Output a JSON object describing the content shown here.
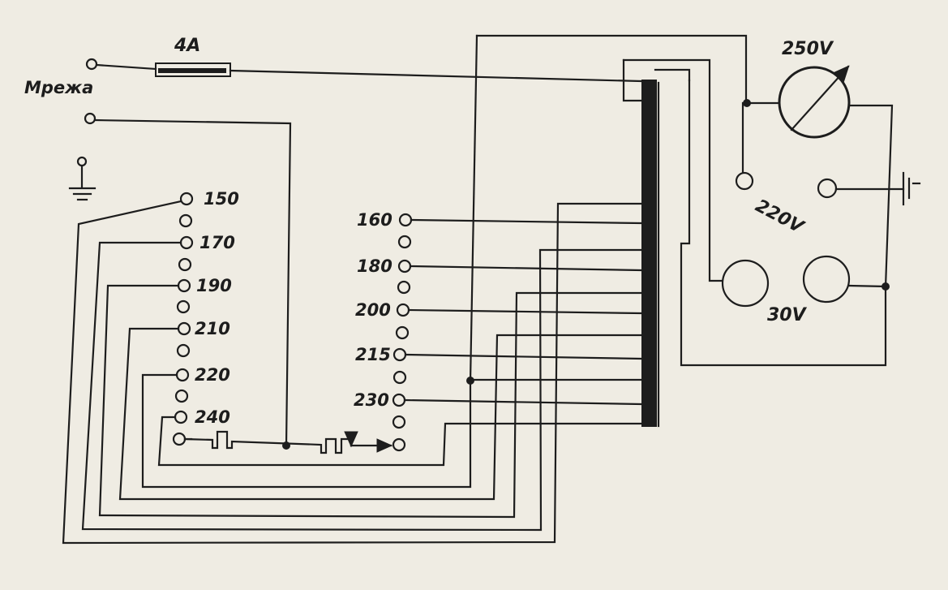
{
  "labels": {
    "fuse": "4A",
    "mains": "Мрежа",
    "voltmeter": "250V",
    "out_220": "220V",
    "out_30": "30V"
  },
  "primary_taps": [
    "150",
    "170",
    "190",
    "210",
    "220",
    "240"
  ],
  "secondary_taps": [
    "160",
    "180",
    "200",
    "215",
    "230"
  ],
  "colors": {
    "ink": "#1d1d1d",
    "paper": "#efece3"
  }
}
